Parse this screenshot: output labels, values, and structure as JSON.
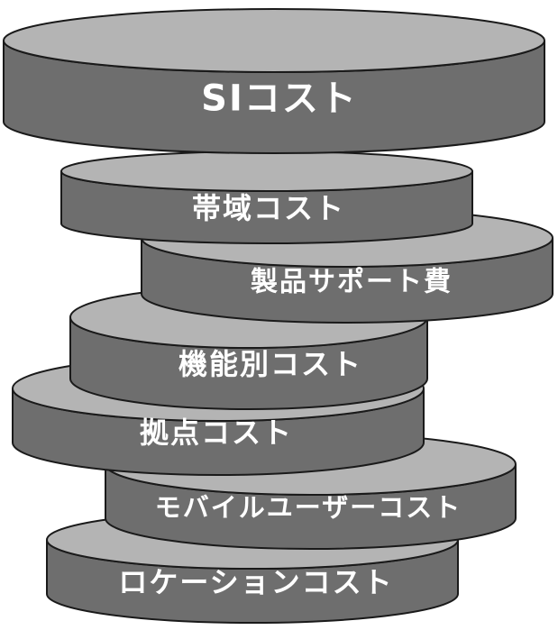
{
  "diagram": {
    "type": "stacked-cost-discs",
    "colors": {
      "top": "#b4b4b4",
      "side": "#6e6e6e",
      "outline": "#1a1a1a",
      "text": "#ffffff"
    },
    "layers": [
      {
        "label": "SIコスト"
      },
      {
        "label": "帯域コスト"
      },
      {
        "label": "製品サポート費"
      },
      {
        "label": "機能別コスト"
      },
      {
        "label": "拠点コスト"
      },
      {
        "label": "モバイルユーザーコスト"
      },
      {
        "label": "ロケーションコスト"
      }
    ]
  }
}
